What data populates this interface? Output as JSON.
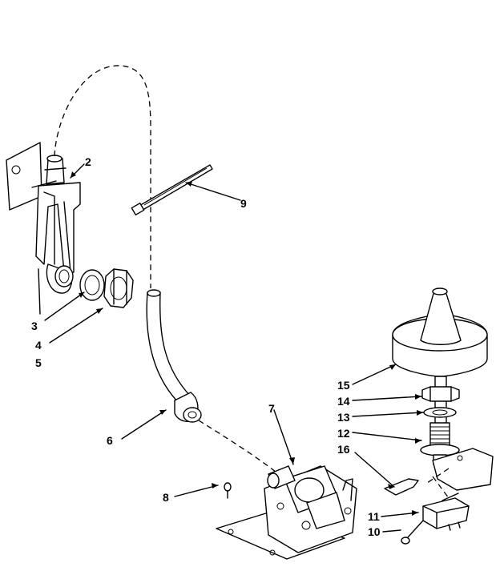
{
  "callouts": [
    {
      "id": "callout-1",
      "label": "2"
    },
    {
      "id": "callout-2",
      "label": "3"
    },
    {
      "id": "callout-3",
      "label": "4"
    },
    {
      "id": "callout-4",
      "label": "5"
    },
    {
      "id": "callout-5",
      "label": "6"
    },
    {
      "id": "callout-6",
      "label": "7"
    },
    {
      "id": "callout-7",
      "label": "8"
    },
    {
      "id": "callout-8",
      "label": "9"
    },
    {
      "id": "callout-9",
      "label": "10"
    },
    {
      "id": "callout-10",
      "label": "11"
    },
    {
      "id": "callout-11",
      "label": "12"
    },
    {
      "id": "callout-12",
      "label": "13"
    },
    {
      "id": "callout-13",
      "label": "14"
    },
    {
      "id": "callout-14",
      "label": "15"
    },
    {
      "id": "callout-15",
      "label": "16"
    }
  ]
}
